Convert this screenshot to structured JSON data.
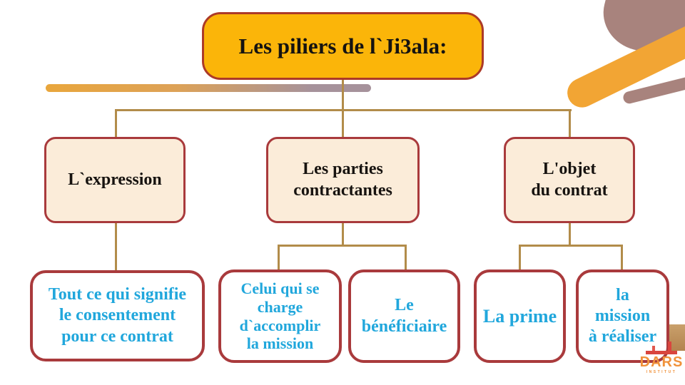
{
  "slide": {
    "title": "Les piliers de l`Ji3ala:",
    "tree": {
      "root": {
        "label": "Les piliers de l`Ji3ala:"
      },
      "pillars": [
        {
          "label": "L`expression",
          "children": [
            {
              "label": "Tout ce qui signifie\nle consentement\npour ce contrat"
            }
          ]
        },
        {
          "label": "Les parties\ncontractantes",
          "children": [
            {
              "label": "Celui qui se\ncharge\nd`accomplir\nla mission"
            },
            {
              "label": "Le\nbénéficiaire"
            }
          ]
        },
        {
          "label": "L'objet\ndu contrat",
          "children": [
            {
              "label": "La prime"
            },
            {
              "label": "la\nmission\nà réaliser"
            }
          ]
        }
      ]
    },
    "logo": {
      "name": "DARS",
      "subtitle": "INSTITUT"
    },
    "colors": {
      "root_fill": "#FBB509",
      "root_border": "#AC3A28",
      "pillar_fill": "#FBECD9",
      "box_border": "#A93A3C",
      "connector": "#B28C4A",
      "leaf_text": "#21A7DC",
      "decor_orange": "#F2A534",
      "decor_mauve": "#A8837D",
      "underline_gradient_start": "#E9A63C",
      "underline_gradient_end": "#A6929B",
      "logo_orange": "#F0923B",
      "logo_red": "#D9453E"
    }
  }
}
